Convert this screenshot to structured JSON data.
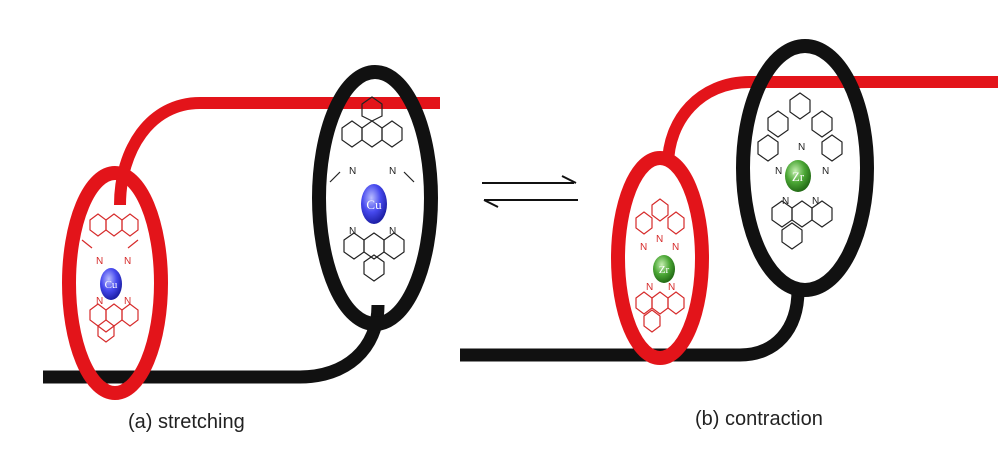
{
  "captions": {
    "a": "(a) stretching",
    "b": "(b) contraction"
  },
  "atoms": {
    "copper": "Cu",
    "zirconium": "Zr",
    "nitrogen": "N"
  },
  "colors": {
    "red_strand": "#e3141a",
    "black_strand": "#111111",
    "copper_ion": "#3b3ee6",
    "zirconium_ion": "#3f9e2c",
    "ligand_red": "#d62a2a",
    "ligand_black": "#222222"
  },
  "icons": {
    "equilibrium": "equilibrium-arrows-icon"
  }
}
